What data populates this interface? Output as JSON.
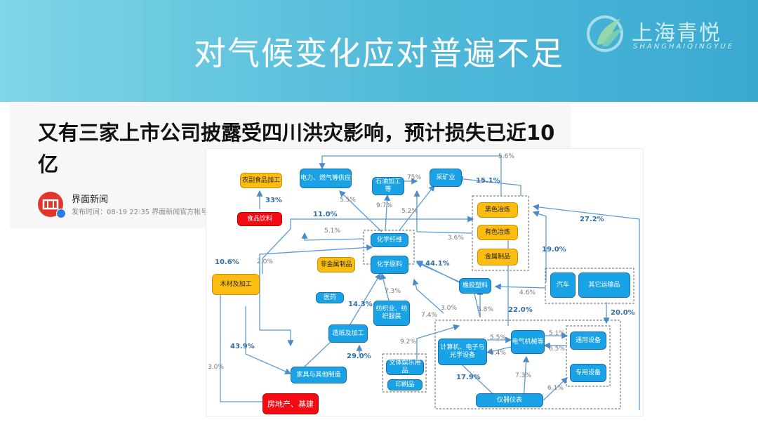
{
  "slide": {
    "title": "对气候变化应对普遍不足",
    "logo_cn": "上海青悦",
    "logo_en": "SHANGHAIQINGYUE"
  },
  "news": {
    "headline": "又有三家上市公司披露受四川洪灾影响，预计损失已近10亿",
    "source": "界面新闻",
    "meta": "发布时间：08-19   22:35      界面新闻官方帐号"
  },
  "diagram": {
    "nodes": {
      "dianli": "电力、燃气等供应",
      "shiyou": "石油加工等",
      "caikuang": "采矿业",
      "nongfu": "农副食品加工",
      "shipin": "食品饮料",
      "heise": "黑色冶炼",
      "youse": "有色冶炼",
      "jinshu": "金属制品",
      "huaxue_xw": "化学纤维",
      "huaxue_yl": "化学原料",
      "feijinshu": "非金属制品",
      "yiyao": "医药",
      "mucai": "木材及加工",
      "fangzhi": "纺织业、纺织服装",
      "xiangjiao": "橡胶塑料",
      "qiche": "汽车",
      "qita": "其它运输品",
      "zaozhi": "造纸及加工",
      "jisuanji": "计算机、电子与光学设备",
      "dianqi": "电气机械等",
      "tongyong": "通用设备",
      "zhuanyong": "专用设备",
      "wenti": "文体娱乐用品",
      "yinshua": "印刷品",
      "jiaju": "家具与其他制造",
      "fangdichan": "房地产、基建",
      "yiqi": "仪器仪表"
    },
    "labels": {
      "l1": "5.6%",
      "l2": "75%",
      "l3": "15.1%",
      "l4": "5.5%",
      "l5": "9.7%",
      "l6": "5.2%",
      "l7": "33%",
      "l8": "11.0%",
      "l9": "27.2%",
      "l10": "5.1%",
      "l11": "3.6%",
      "l12": "19.0%",
      "l13": "10.6%",
      "l14": "2.0%",
      "l15": "44.1%",
      "l16": "7.3%",
      "l17": "14.3%",
      "l18": "4.6%",
      "l19": "3.0%",
      "l20": "3.8%",
      "l21": "22.0%",
      "l22": "20.0%",
      "l23": "7.4%",
      "l24": "5.5%",
      "l25": "5.1%",
      "l26": "6.5%",
      "l27": "9.2%",
      "l28": "6.4%",
      "l29": "43.9%",
      "l30": "29.0%",
      "l31": "3.0%",
      "l32": "17.9%",
      "l33": "7.3%",
      "l34": "6.1%"
    }
  }
}
